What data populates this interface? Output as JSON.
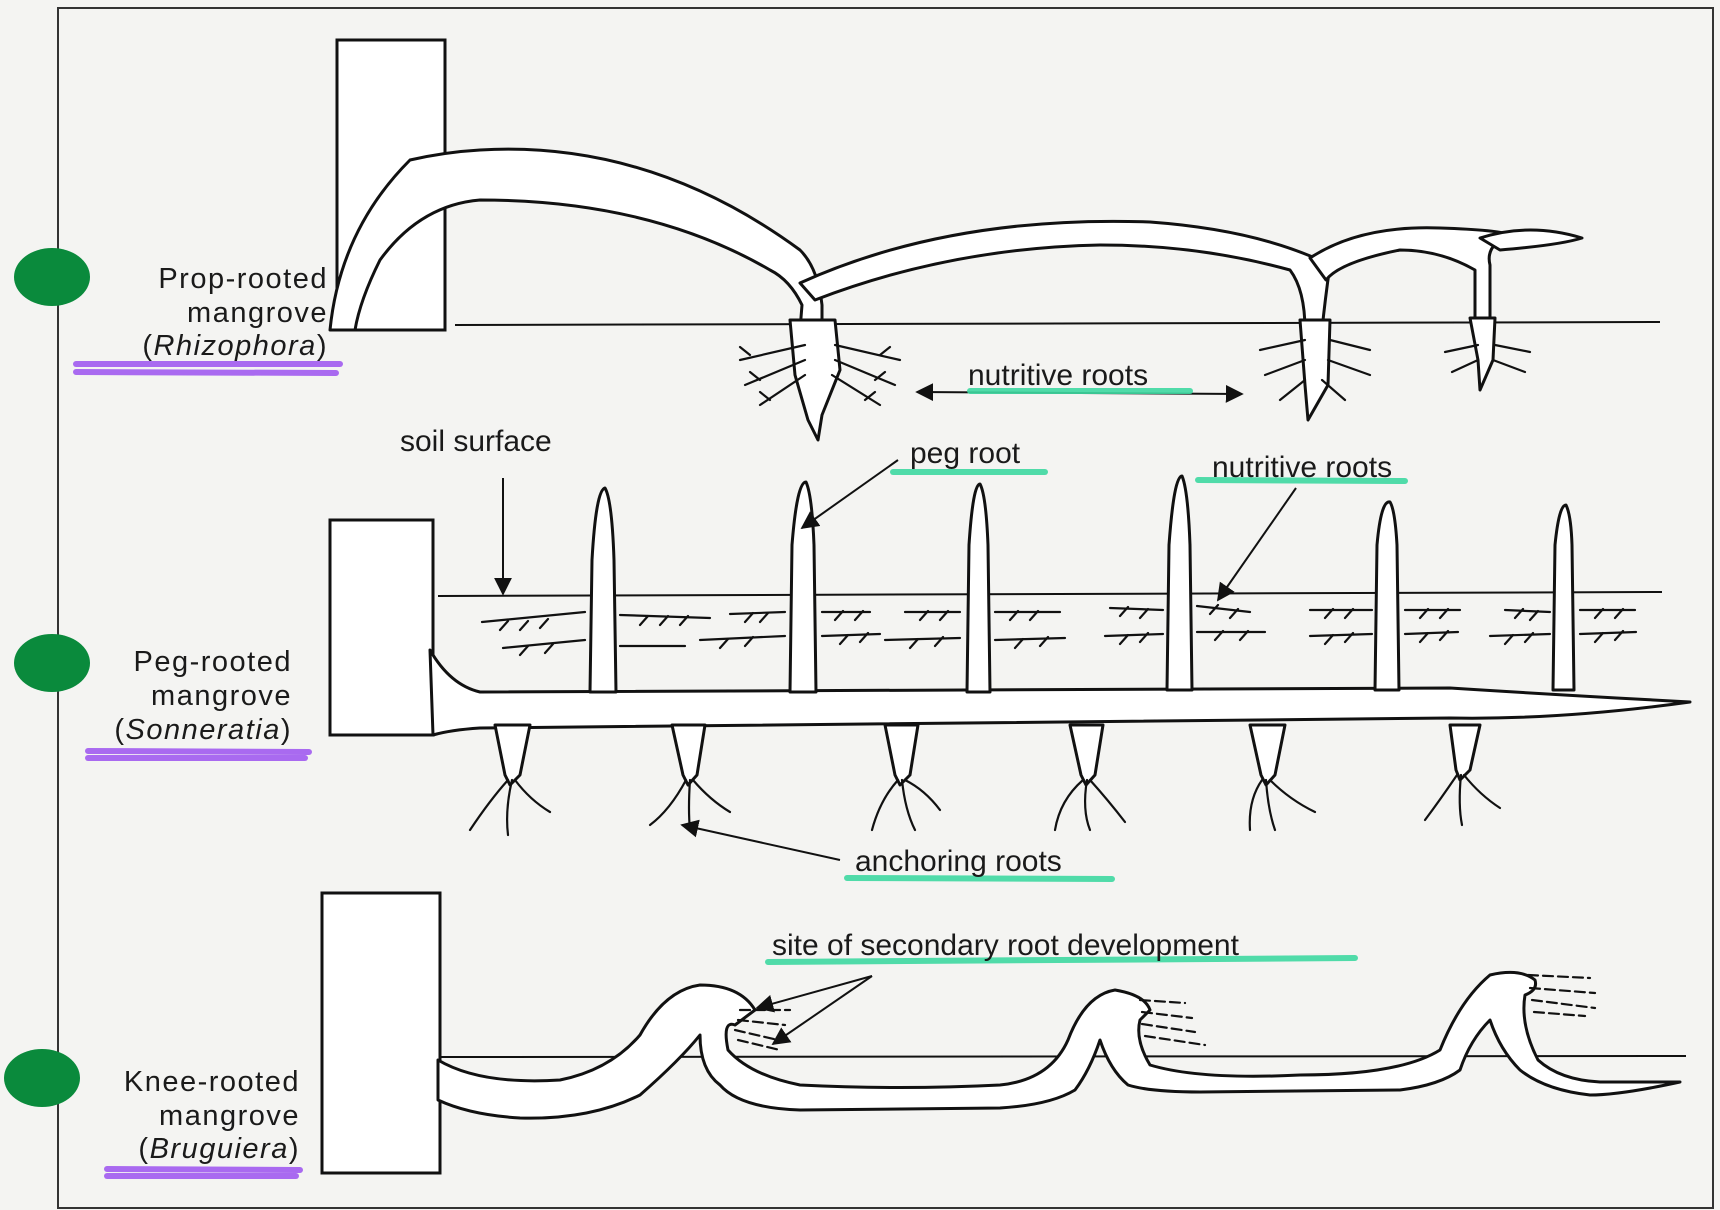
{
  "rows": [
    {
      "line1": "Prop-rooted",
      "line2": "mangrove",
      "paren_open": "(",
      "genus": "Rhizophora",
      "paren_close": ")"
    },
    {
      "line1": "Peg-rooted",
      "line2": "mangrove",
      "paren_open": "(",
      "genus": "Sonneratia",
      "paren_close": ")"
    },
    {
      "line1": "Knee-rooted",
      "line2": "mangrove",
      "paren_open": "(",
      "genus": "Bruguiera",
      "paren_close": ")"
    }
  ],
  "labels": {
    "nutritive_roots_1": "nutritive roots",
    "soil_surface": "soil surface",
    "peg_root": "peg root",
    "nutritive_roots_2": "nutritive roots",
    "anchoring_roots": "anchoring roots",
    "secondary_site": "site of secondary root development"
  },
  "colors": {
    "bullet": "#0a8a3c",
    "highlight_green": "#3fd9a2",
    "highlight_purple": "#a15cf0",
    "bark": "#c8506a"
  }
}
